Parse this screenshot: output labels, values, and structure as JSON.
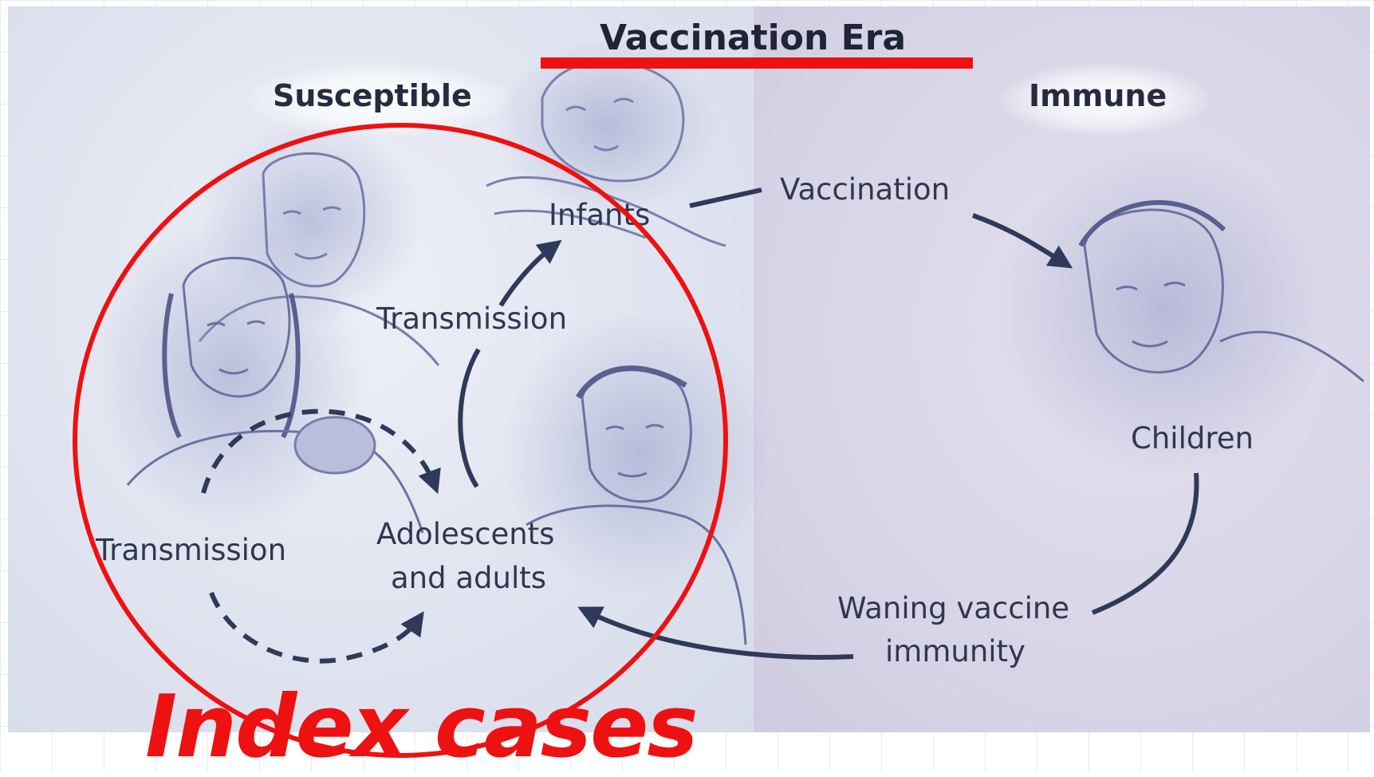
{
  "title": "Vaccination Era",
  "headings": {
    "susceptible": "Susceptible",
    "immune": "Immune"
  },
  "labels": {
    "infants": "Infants",
    "vaccination": "Vaccination",
    "transmission_upper": "Transmission",
    "transmission_left": "Transmission",
    "adolescents_line1": "Adolescents",
    "adolescents_line2": "and adults",
    "children": "Children",
    "waning_line1": "Waning vaccine",
    "waning_line2": "immunity"
  },
  "annotation": {
    "index_cases": "Index cases"
  },
  "colors": {
    "highlight_red": "#ee1111",
    "arrow": "#2f3a5a",
    "susceptible_bg": "#dfe3ef",
    "immune_bg": "#d6d3e6"
  },
  "icons": [
    "infant-illustration",
    "adult-man-illustration",
    "adult-woman-illustration",
    "adolescent-illustration",
    "child-illustration"
  ]
}
